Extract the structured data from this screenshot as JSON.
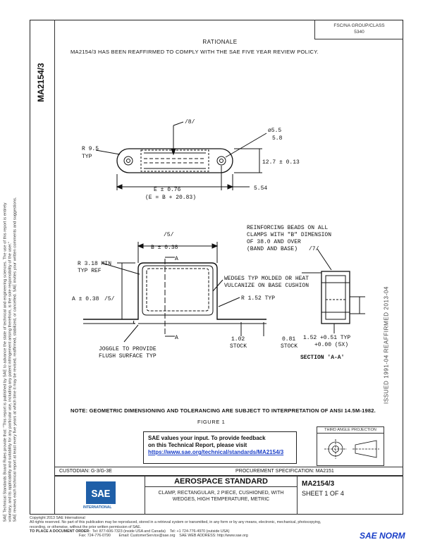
{
  "document": {
    "number": "MA2154/3",
    "issue_stamp": "ISSUED 1991-04   REAFFIRMED 2013-04"
  },
  "top_box": {
    "line1": "FSC/NA  GROUP/CLASS",
    "line2": "5340"
  },
  "rationale": {
    "heading": "RATIONALE",
    "text": "MA2154/3 HAS BEEN REAFFIRMED TO COMPLY WITH THE SAE FIVE YEAR REVIEW POLICY."
  },
  "drawing": {
    "top_view": {
      "note": "/8/",
      "radius": "R 9.5",
      "typ": "TYP",
      "hole_dia": "ø5.5",
      "hole_dia2": "5.8",
      "height": "12.7 ± 0.13",
      "length": "E ± 0.76",
      "length_formula": "(E = B + 20.83)",
      "end": "5.54"
    },
    "front_view": {
      "note5": "/5/",
      "width": "B ± 0.38",
      "section_mark_top": "A",
      "section_mark_bottom": "A",
      "radius_min": "R 3.18 MIN",
      "typ_ref": "TYP REF",
      "height": "A ± 0.38",
      "height_note": "/5/",
      "wedges": "WEDGES TYP MOLDED OR HEAT",
      "wedges2": "VULCANIZE ON BASE CUSHION",
      "radius_typ": "R 1.52 TYP",
      "joggle": "JOGGLE TO PROVIDE",
      "joggle2": "FLUSH SURFACE TYP",
      "stock1": "1.02",
      "stock1_label": "STOCK",
      "stock2": "0.81",
      "stock2_label": "STOCK"
    },
    "section_view": {
      "beads1": "REINFORCING BEADS ON ALL",
      "beads2": "CLAMPS WITH \"B\" DIMENSION",
      "beads3": "OF 38.0 AND OVER",
      "beads4": "(BAND AND BASE)",
      "note7": "/7/",
      "tol1": "1.52 +0.51  TYP",
      "tol2": "+0.00  (5X)",
      "label": "SECTION 'A-A'"
    }
  },
  "note": "NOTE: GEOMETRIC DIMENSIONING AND TOLERANCING ARE SUBJECT TO INTERPRETATION OF ANSI 14.5M-1982.",
  "figure_caption": "FIGURE 1",
  "feedback": {
    "line1": "SAE values your input. To provide feedback",
    "line2": "on this Technical Report, please visit",
    "link": "https://www.sae.org/technical/standards/MA2154/3"
  },
  "projection_label": "THIRD ANGLE PROJECTION",
  "custodian": "CUSTODIAN: G-3/G-3E",
  "procurement": "PROCUREMENT SPECIFICATION: MA2151",
  "logo": {
    "text": "SAE",
    "sub": "INTERNATIONAL"
  },
  "title": {
    "standard": "AEROSPACE STANDARD",
    "desc1": "CLAMP, RECTANGULAR, 2 PIECE, CUSHIONED, WITH",
    "desc2": "WEDGES, HIGH TEMPERATURE, METRIC"
  },
  "doc_number": "MA2154/3",
  "sheet": "SHEET 1 OF 4",
  "disclaimer": {
    "line1": "SAE Technical Standards Board Rules provide that: \"This report is published by SAE to advance the state of technical and engineering sciences. The use of this report is entirely",
    "line2": "voluntary, and its applicability and suitability for any particular use, including any patent infringement arising therefrom, is the sole responsibility of the user.\"",
    "line3": "SAE reviews each technical report at least every five years at which time it may be revised, reaffirmed, stabilized, or cancelled. SAE invites your written comments and suggestions."
  },
  "copyright": {
    "line1": "Copyright 2013 SAE International",
    "line2": "All rights reserved. No part of this publication may be reproduced, stored in a retrieval system or transmitted, in any form or by any means, electronic, mechanical, photocopying,",
    "line3": "recording, or otherwise, without the prior written permission of SAE.",
    "order_label": "TO PLACE A DOCUMENT ORDER:",
    "tel1": "Tel: 877-606-7323 (inside USA and Canada)",
    "tel2": "Tel: +1 724-776-4970 (outside USA)",
    "fax": "Fax: 724-776-0790",
    "email": "Email: CustomerService@sae.org",
    "web": "SAE WEB ADDRESS: http://www.sae.org"
  },
  "watermark": "SAE NORM"
}
